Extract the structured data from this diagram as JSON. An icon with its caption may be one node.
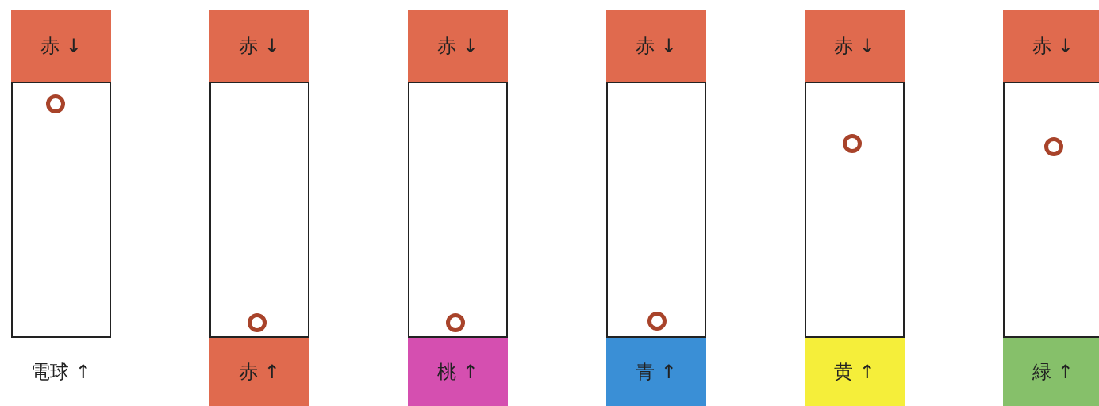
{
  "diagram": {
    "nodes": [
      {
        "text": [
          "赤 ↓"
        ]
      },
      {
        "text": [
          "赤 ↓"
        ]
      },
      {
        "text": [
          "赤 ↓"
        ]
      },
      {
        "text": [
          "赤 ↓"
        ]
      },
      {
        "text": [
          "赤 ↓"
        ]
      },
      {
        "text": [
          "赤 ↓"
        ]
      },
      {
        "text": [],
        "shape": "box"
      },
      {
        "text": [],
        "shape": "circle",
        "in": 6
      },
      {
        "text": [],
        "shape": "box"
      },
      {
        "text": [],
        "shape": "circle",
        "in": 8
      },
      {
        "text": [],
        "shape": "box"
      },
      {
        "text": [],
        "shape": "circle",
        "in": 10
      },
      {
        "text": [],
        "shape": "box"
      },
      {
        "text": [],
        "shape": "circle",
        "in": 12
      },
      {
        "text": [],
        "shape": "box"
      },
      {
        "text": [],
        "shape": "circle",
        "in": 14
      },
      {
        "text": [],
        "shape": "box"
      },
      {
        "text": [],
        "shape": "circle",
        "in": 16
      },
      {
        "text": [
          "電球 ↑"
        ]
      },
      {
        "text": [
          "赤 ↑"
        ]
      },
      {
        "text": [
          "桃 ↑"
        ]
      },
      {
        "text": [
          "青 ↑"
        ]
      },
      {
        "text": [
          "黄 ↑"
        ]
      },
      {
        "text": [
          "緑 ↑"
        ]
      }
    ],
    "edges": []
  }
}
